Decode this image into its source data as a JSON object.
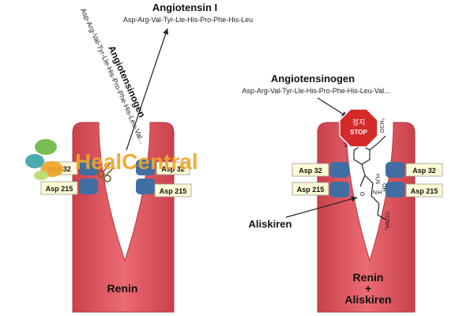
{
  "watermark": {
    "text": "HealCentral",
    "colors": {
      "heal": "#f0a52a",
      "central": "#2f6fb8",
      "leaf_green": "#6cb843",
      "leaf_teal": "#3aa5a9"
    }
  },
  "left_panel": {
    "angiotensin_i": {
      "title": "Angiotensin I",
      "sequence": "Asp-Arg-Val-Tyr-Lle-His-Pro-Phe-His-Leu"
    },
    "angiotensinogen_vertical": {
      "title": "Angiotensinogen",
      "sequence": "Asp-Arg-Val-Tyr-Lle-His-Pro-Phe-His-Leu-Val..."
    },
    "labels": {
      "asp32_left": "Asp 32",
      "asp32_right": "Asp 32",
      "asp215_left": "Asp 215",
      "asp215_right": "Asp 215"
    },
    "enzyme_label": "Renin"
  },
  "right_panel": {
    "angiotensinogen": {
      "title": "Angiotensinogen",
      "sequence": "Asp-Arg-Val-Tyr-Lle-His-Pro-Phe-His-Leu-Val..."
    },
    "stop_sign": {
      "line1": "정지",
      "line2": "STOP"
    },
    "labels": {
      "asp32_left": "Asp 32",
      "asp32_right": "Asp 32",
      "asp215_left": "Asp 215",
      "asp215_right": "Asp 215"
    },
    "inhibitor_label": "Aliskiren",
    "enzyme_label_line1": "Renin",
    "enzyme_label_line2": "+",
    "enzyme_label_line3": "Aliskiren",
    "molecule_labels": {
      "h3co": "H₃CO",
      "och3": "OCH₃",
      "h2n": "H₂N",
      "oh": "OH",
      "n": "N",
      "h": "H",
      "o": "O",
      "conh2": "CONH₂"
    }
  },
  "colors": {
    "renin_fill": "#e85a63",
    "renin_dark": "#c33a44",
    "pocket_blue": "#3f6ea3",
    "label_bg": "#fffbd6",
    "stop_red": "#d42a2a"
  }
}
